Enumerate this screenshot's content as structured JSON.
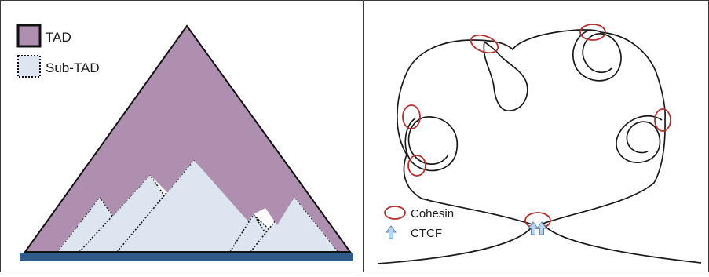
{
  "left_panel": {
    "legend": {
      "tad_label": "TAD",
      "subtad_label": "Sub-TAD"
    },
    "colors": {
      "tad_fill": "#ae8fb0",
      "subtad_fill": "#dde6f0",
      "chromatin_bar": "#2f5b8a"
    }
  },
  "right_panel": {
    "legend": {
      "cohesin_label": "Cohesin",
      "ctcf_label": "CTCF"
    },
    "colors": {
      "cohesin": "#b5302c",
      "ctcf_fill": "#bcd4ee",
      "ctcf_stroke": "#5b86b5",
      "fiber": "#1a1a1a"
    }
  }
}
